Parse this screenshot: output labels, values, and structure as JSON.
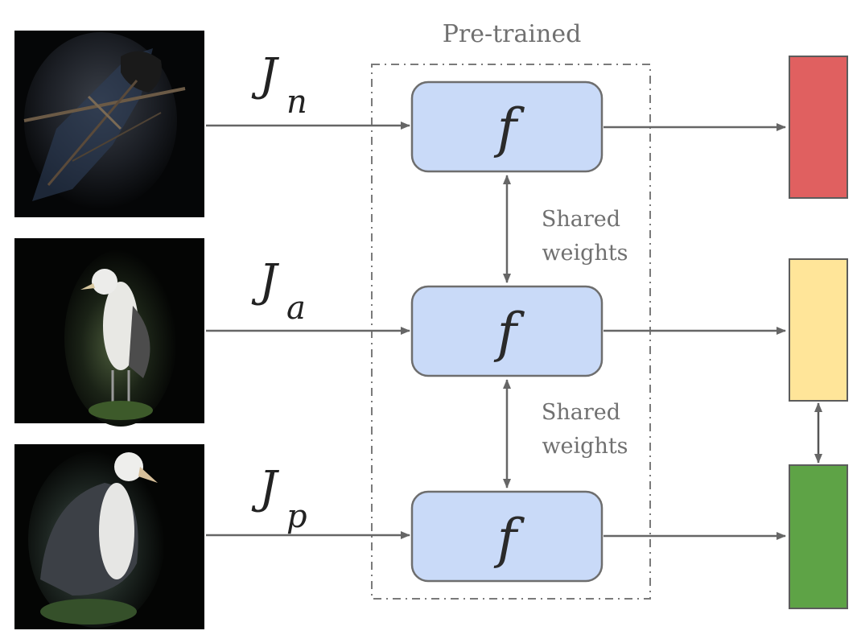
{
  "group_label": "Pre-trained",
  "inputs": [
    {
      "symbol": "J",
      "subscript": "n",
      "image_description": "dark masked bird photo among branches"
    },
    {
      "symbol": "J",
      "subscript": "a",
      "image_description": "masked albatross standing on grass"
    },
    {
      "symbol": "J",
      "subscript": "p",
      "image_description": "masked albatross close-up"
    }
  ],
  "encoders": [
    {
      "label": "f"
    },
    {
      "label": "f"
    },
    {
      "label": "f"
    }
  ],
  "shared_links": [
    {
      "line1": "Shared",
      "line2": "weights"
    },
    {
      "line1": "Shared",
      "line2": "weights"
    }
  ],
  "outputs": [
    {
      "color": "#e06060"
    },
    {
      "color": "#ffe599"
    },
    {
      "color": "#5ea346"
    }
  ],
  "colors": {
    "encoder_fill": "#c9daf8",
    "encoder_stroke": "#6e6e6e",
    "arrow": "#666666",
    "group_border": "#7a7a7a"
  }
}
